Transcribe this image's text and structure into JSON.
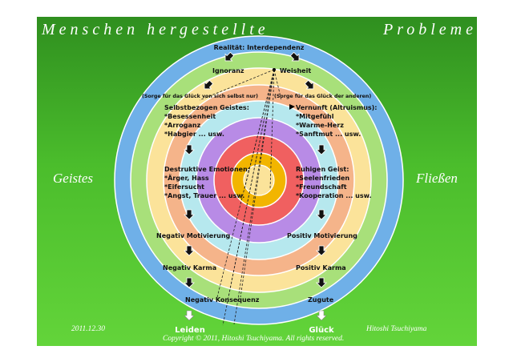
{
  "header": {
    "title_left": "Menschen hergestellte",
    "title_right": "Probleme"
  },
  "sides": {
    "left": "Geistes",
    "right": "Fließen"
  },
  "footer": {
    "date": "2011.12.30",
    "author": "Hitoshi Tsuchiyama",
    "copyright": "Copyright © 2011, Hitoshi Tsuchiyama. All rights reserved."
  },
  "diagram": {
    "reality": "Realität: Interdependenz",
    "ignorance": "Ignoranz",
    "wisdom": "Weisheit",
    "care_self": "(Sorge für das Glück von sich selbst nur)",
    "care_others": "(Sorge für das Glück der anderen)",
    "left_block1": [
      "Selbstbezogen Geistes:",
      "*Besessenheit",
      "*Arroganz",
      "*Habgier ... usw."
    ],
    "right_block1": [
      "Vernunft (Altruismus):",
      "*Mitgefühl",
      "*Warme-Herz",
      "*Sanftmut ... usw."
    ],
    "left_block2": [
      "Destruktive Emotionen:",
      "*Ärger, Hass",
      "*Eifersucht",
      "*Angst, Trauer ... usw."
    ],
    "right_block2": [
      "Ruhigen Geist:",
      "*Seelenfrieden",
      "*Freundschaft",
      "*Kooperation ... usw."
    ],
    "neg_motivation": "Negativ Motivierung",
    "pos_motivation": "Positiv Motivierung",
    "neg_karma": "Negativ Karma",
    "pos_karma": "Positiv Karma",
    "neg_consequence": "Negativ Konsequenz",
    "pos_consequence": "Zugute",
    "suffering": "Leiden",
    "happiness": "Glück"
  },
  "colors": {
    "ring1": "#6fb0e8",
    "ring2": "#a8e07a",
    "ring3": "#fbe39a",
    "ring4": "#f5b48a",
    "ring5": "#b6e8ee",
    "ring6": "#b88be6",
    "ring7": "#f06060",
    "ring8": "#f2b500",
    "background": "#4bbd2c"
  }
}
